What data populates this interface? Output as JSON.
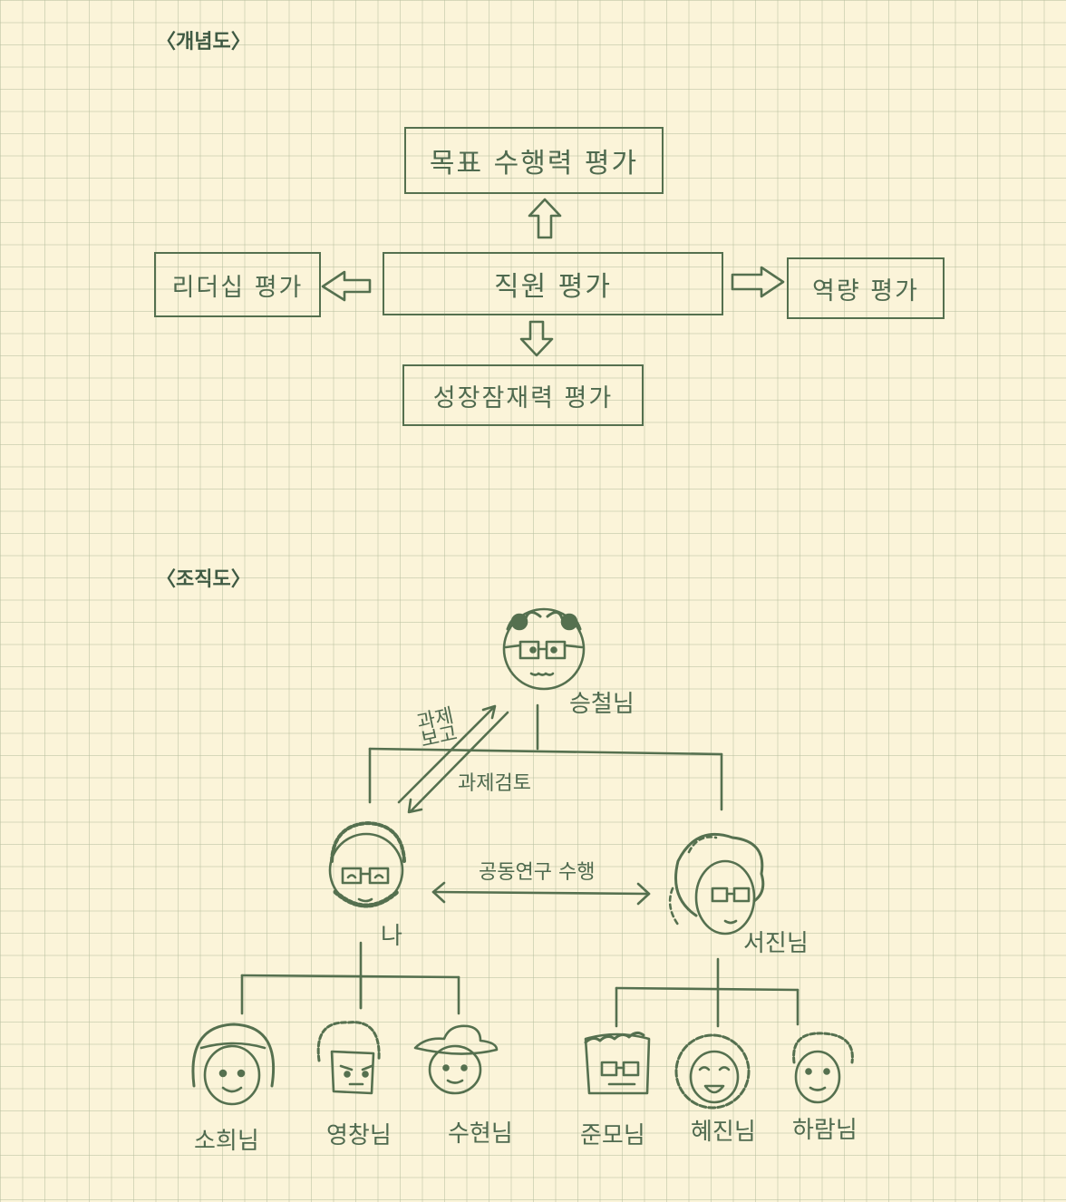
{
  "concept": {
    "title": "〈개념도〉",
    "center": "직원 평가",
    "top": "목표 수행력 평가",
    "left": "리더십 평가",
    "right": "역량 평가",
    "bottom": "성장잠재력 평가"
  },
  "org": {
    "title": "〈조직도〉",
    "head": "승철님",
    "me": "나",
    "peer": "서진님",
    "report_label": "과제 보고",
    "review_label": "과제검토",
    "collab_label": "공동연구 수행",
    "my_team": [
      "소희님",
      "영창님",
      "수현님"
    ],
    "peer_team": [
      "준모님",
      "혜진님",
      "하람님"
    ]
  }
}
